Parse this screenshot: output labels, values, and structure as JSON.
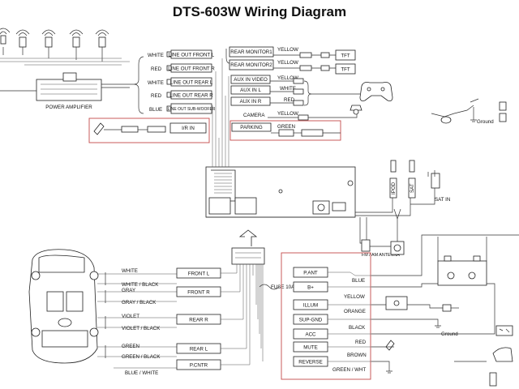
{
  "title": "DTS-603W Wiring Diagram",
  "power_amplifier": "POWER AMPLIFIER",
  "line_out": [
    {
      "color": "WHITE",
      "label": "LINE OUT FRONT L"
    },
    {
      "color": "RED",
      "label": "LINE OUT FRONT R"
    },
    {
      "color": "WHITE",
      "label": "LINE OUT REAR L"
    },
    {
      "color": "RED",
      "label": "LINE OUT REAR R"
    },
    {
      "color": "BLUE",
      "label": "LINE OUT SUB-WOOFER"
    }
  ],
  "ir_in": "I/R IN",
  "rear_monitors": [
    {
      "label": "REAR MONITOR1",
      "color": "YELLOW",
      "device": "TFT"
    },
    {
      "label": "REAR MONITOR2",
      "color": "YELLOW",
      "device": "TFT"
    }
  ],
  "aux": [
    {
      "label": "AUX IN VIDEO",
      "color": "YELLOW"
    },
    {
      "label": "AUX IN L",
      "color": "WHITE"
    },
    {
      "label": "AUX IN R",
      "color": "RED"
    }
  ],
  "camera": {
    "label": "CAMERA",
    "color": "YELLOW"
  },
  "parking": {
    "label": "PARKING",
    "color": "GREEN"
  },
  "ground": "Ground",
  "ipod": "IPOD",
  "sat": "SAT",
  "sat_in": "SAT IN",
  "antenna": "FM / AM ANTENNA",
  "speakers": [
    {
      "top": "WHITE",
      "bottom": "WHITE / BLACK",
      "label": "FRONT L"
    },
    {
      "top": "GRAY",
      "bottom": "GRAY / BLACK",
      "label": "FRONT R"
    },
    {
      "top": "VIOLET",
      "bottom": "VIOLET / BLACK",
      "label": "REAR R"
    },
    {
      "top": "GREEN",
      "bottom": "GREEN / BLACK",
      "label": "REAR L"
    }
  ],
  "pcntr": {
    "label": "P.CNTR",
    "color": "BLUE / WHITE"
  },
  "fuse": "FUSE 10A",
  "power": [
    {
      "label": "P.ANT",
      "color": "BLUE"
    },
    {
      "label": "B+",
      "color": "YELLOW"
    },
    {
      "label": "ILLUM",
      "color": "ORANGE"
    },
    {
      "label": "SUP-GND",
      "color": "BLACK"
    },
    {
      "label": "ACC",
      "color": "RED"
    },
    {
      "label": "MUTE",
      "color": "BROWN"
    },
    {
      "label": "REVERSE",
      "color": "GREEN / WHT"
    }
  ]
}
